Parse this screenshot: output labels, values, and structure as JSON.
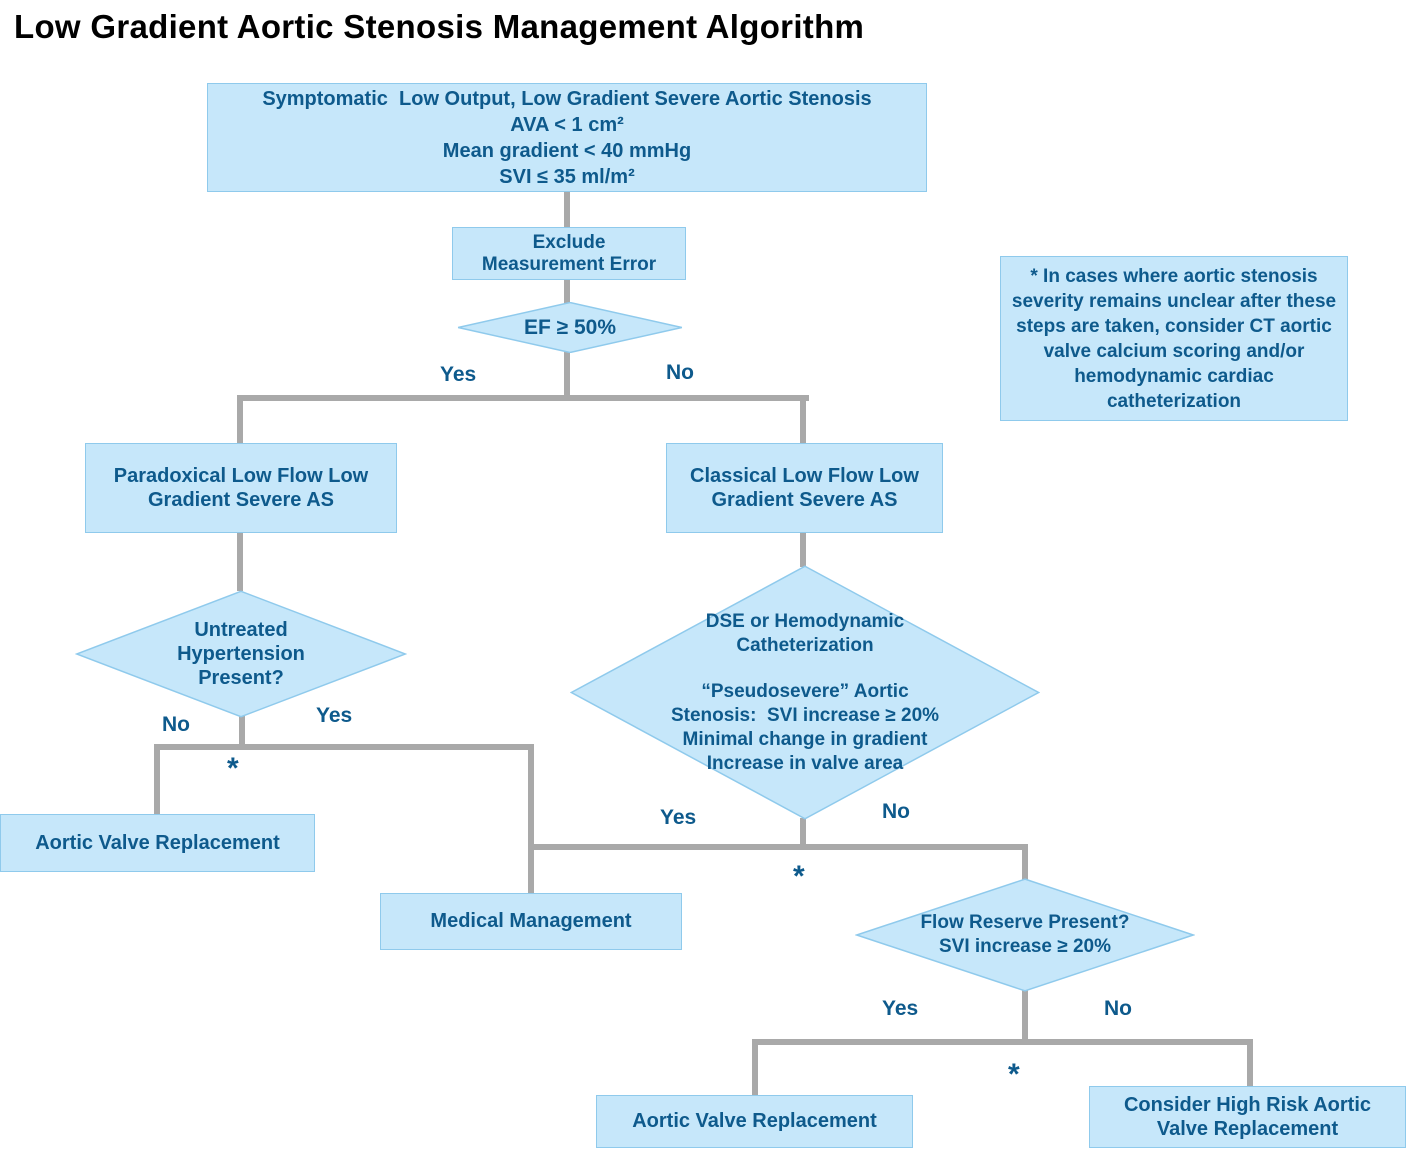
{
  "title": "Low Gradient Aortic Stenosis Management Algorithm",
  "colors": {
    "shape_fill": "#C6E7FA",
    "shape_border": "#8FCAEC",
    "text": "#0E5A8C",
    "line": "#A9A9A9",
    "title_text": "#000000"
  },
  "flowchart": {
    "start_box": {
      "lines": [
        "Symptomatic  Low Output, Low Gradient Severe Aortic Stenosis",
        "AVA < 1 cm²",
        "Mean gradient < 40 mmHg",
        "SVI ≤ 35 ml/m²"
      ]
    },
    "exclude_box": {
      "lines": [
        "Exclude",
        "Measurement Error"
      ]
    },
    "ef_diamond": {
      "label": "EF ≥ 50%",
      "yes_label": "Yes",
      "no_label": "No"
    },
    "note_box": {
      "text": "* In cases where aortic stenosis severity remains unclear after these steps are taken, consider CT aortic valve calcium scoring and/or hemodynamic cardiac catheterization"
    },
    "paradoxical_box": {
      "lines": [
        "Paradoxical Low Flow Low",
        "Gradient Severe AS"
      ]
    },
    "classical_box": {
      "lines": [
        "Classical Low Flow Low",
        "Gradient Severe AS"
      ]
    },
    "hypertension_diamond": {
      "lines": [
        "Untreated",
        "Hypertension",
        "Present?"
      ],
      "no_label": "No",
      "yes_label": "Yes",
      "asterisk": "*"
    },
    "avr_left_box": {
      "label": "Aortic Valve Replacement"
    },
    "dse_diamond": {
      "lines": [
        "DSE or Hemodynamic",
        "Catheterization",
        "",
        "“Pseudosevere” Aortic",
        "Stenosis:  SVI increase ≥ 20%",
        "Minimal change in gradient",
        "Increase in valve area"
      ],
      "yes_label": "Yes",
      "no_label": "No",
      "asterisk": "*"
    },
    "medical_box": {
      "label": "Medical Management"
    },
    "flow_diamond": {
      "lines": [
        "Flow Reserve Present?",
        "SVI increase ≥ 20%"
      ],
      "yes_label": "Yes",
      "no_label": "No",
      "asterisk": "*"
    },
    "avr_bottom_box": {
      "label": "Aortic Valve Replacement"
    },
    "high_risk_box": {
      "lines": [
        "Consider High Risk Aortic",
        "Valve Replacement"
      ]
    }
  }
}
